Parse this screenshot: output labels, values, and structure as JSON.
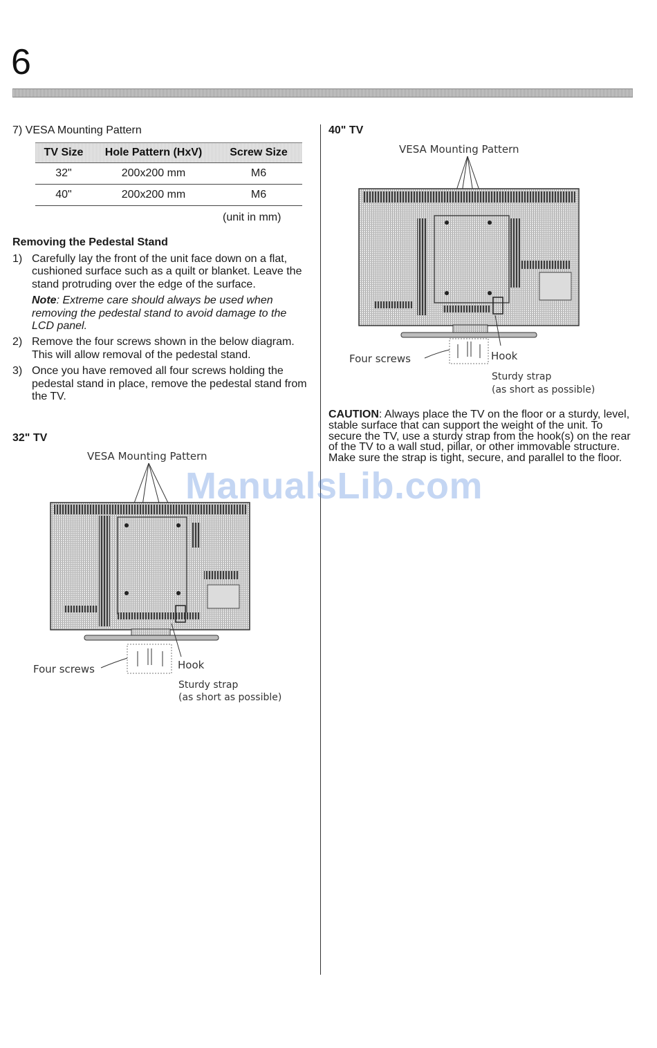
{
  "page_number": "6",
  "left": {
    "vesa_heading": "7)  VESA Mounting Pattern",
    "table": {
      "headers": [
        "TV Size",
        "Hole Pattern (HxV)",
        "Screw Size"
      ],
      "rows": [
        [
          "32\"",
          "200x200 mm",
          "M6"
        ],
        [
          "40\"",
          "200x200 mm",
          "M6"
        ]
      ],
      "unit_note": "(unit in mm)"
    },
    "removing_heading": "Removing the Pedestal Stand",
    "steps": [
      {
        "num": "1)",
        "text": "Carefully lay the front of the unit face down on a flat, cushioned surface such as a quilt or blanket. Leave the stand protruding over the edge of the surface."
      },
      {
        "num": "2)",
        "text": "Remove the four screws shown in the below diagram. This will allow removal of the pedestal stand."
      },
      {
        "num": "3)",
        "text": "Once you have removed all four screws holding the pedestal stand in place, remove the pedestal stand from the TV."
      }
    ],
    "note_label": "Note",
    "note_text": ": Extreme care should always be used when removing the pedestal stand to avoid damage to the LCD panel.",
    "tv32_heading": "32\" TV",
    "tv32_vesa_label": "VESA Mounting Pattern",
    "tv32_four_screws": "Four screws",
    "tv32_hook": "Hook",
    "tv32_strap_1": "Sturdy strap",
    "tv32_strap_2": "(as short as possible)"
  },
  "right": {
    "tv40_heading": "40\" TV",
    "tv40_vesa_label": "VESA Mounting Pattern",
    "tv40_four_screws": "Four screws",
    "tv40_hook": "Hook",
    "tv40_strap_1": "Sturdy strap",
    "tv40_strap_2": "(as short as possible)",
    "caution_label": "CAUTION",
    "caution_text": ": Always place the TV on the floor or a sturdy, level, stable surface that can support the weight of the unit. To secure the TV, use a sturdy strap from the hook(s) on the rear of the TV to a wall stud, pillar, or other immovable structure. Make sure the strap is tight, secure, and parallel to the floor."
  },
  "watermark": "ManualsLib.com"
}
